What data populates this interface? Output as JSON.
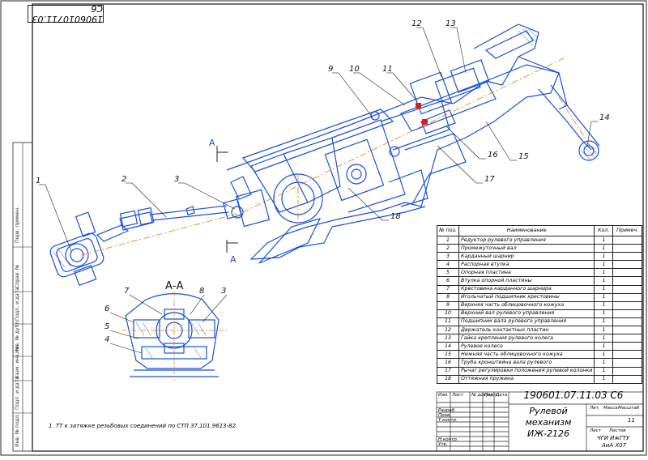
{
  "sheet_code_rotated": "1906010711.03 С6",
  "section_label": "А-А",
  "section_marker": "А",
  "callouts": [
    "1",
    "2",
    "3",
    "4",
    "5",
    "6",
    "7",
    "8",
    "9",
    "10",
    "11",
    "12",
    "13",
    "14",
    "15",
    "16",
    "17",
    "18"
  ],
  "section_callouts": [
    "3",
    "4",
    "5",
    "6",
    "7",
    "8"
  ],
  "spec_table": {
    "headers": [
      "№ поз.",
      "Наименование",
      "Кол.",
      "Примеч."
    ],
    "rows": [
      [
        "1",
        "Редуктор рулевого управления",
        "1",
        ""
      ],
      [
        "2",
        "Промежуточный вал",
        "1",
        ""
      ],
      [
        "3",
        "Карданный шарнир",
        "1",
        ""
      ],
      [
        "4",
        "Распорная втулка",
        "1",
        ""
      ],
      [
        "5",
        "Опорная пластина",
        "1",
        ""
      ],
      [
        "6",
        "Втулка опорной пластины",
        "1",
        ""
      ],
      [
        "7",
        "Крестовина карданного шарнира",
        "1",
        ""
      ],
      [
        "8",
        "Игольчатый подшипник крестовины",
        "1",
        ""
      ],
      [
        "9",
        "Верхняя часть облицовочного кожуха",
        "1",
        ""
      ],
      [
        "10",
        "Верхний вал рулевого управления",
        "1",
        ""
      ],
      [
        "11",
        "Подшипник вала рулевого управления",
        "1",
        ""
      ],
      [
        "12",
        "Держатель контактных пластин",
        "1",
        ""
      ],
      [
        "13",
        "Гайка крепления рулевого колеса",
        "1",
        ""
      ],
      [
        "14",
        "Рулевое колесо",
        "1",
        ""
      ],
      [
        "15",
        "Нижняя часть облицовочного кожуха",
        "1",
        ""
      ],
      [
        "16",
        "Труба кронштейна вала рулевого",
        "1",
        ""
      ],
      [
        "17",
        "Рычаг регулировки положения рулевой колонки",
        "1",
        ""
      ],
      [
        "18",
        "Оттяжная пружина",
        "1",
        ""
      ]
    ]
  },
  "title_block": {
    "code": "190601.07.11.03 С6",
    "name_line1": "Рулевой механизм",
    "name_line2": "ИЖ-2126",
    "sheets": "11",
    "org_line1": "ЧГИ ИжГТУ",
    "org_line2": "АиА Х07",
    "col_headers": [
      "Изм.",
      "Лист",
      "№ докум.",
      "Подп.",
      "Дата"
    ],
    "lit_headers": [
      "Лит.",
      "Масса",
      "Масштаб"
    ],
    "sheet_label": "Лист",
    "sheets_label": "Листов",
    "roles": [
      "Разраб.",
      "Пров.",
      "Т.контр.",
      "Н.контр.",
      "Утв."
    ]
  },
  "note": "1. ТТ к затяжке резьбовых соединений по СТП 37.101.9613-82.",
  "side_labels": [
    "Перв. примен.",
    "Справ. №",
    "Подп. и дата",
    "Инв. № дубл.",
    "Взам. инв. №",
    "Подп. и дата",
    "Инв. № подл."
  ],
  "colors": {
    "drawing": "#1a4fd8",
    "axis": "#e07a1a",
    "accent": "#d42020",
    "frame": "#222222"
  }
}
